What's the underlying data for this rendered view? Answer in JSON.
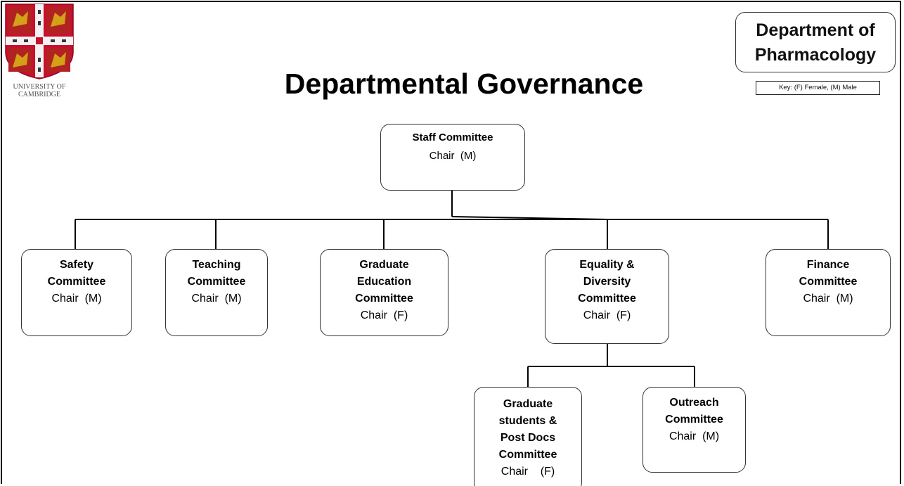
{
  "header": {
    "title": "Departmental Governance",
    "department_line1": "Department of",
    "department_line2": "Pharmacology",
    "key": "Key: (F) Female, (M) Male"
  },
  "logo": {
    "text_line1": "UNIVERSITY OF",
    "text_line2": "CAMBRIDGE",
    "colors": {
      "field": "#e8e8e8",
      "cross": "#c8102e",
      "lion": "#d4a017",
      "quarter": "#b22222"
    }
  },
  "nodes": {
    "staff": {
      "name": "Staff Committee",
      "chair": "Chair  (M)"
    },
    "safety": {
      "name": "Safety\nCommittee",
      "chair": "Chair  (M)"
    },
    "teaching": {
      "name": "Teaching\nCommittee",
      "chair": "Chair  (M)"
    },
    "graduate_education": {
      "name": "Graduate\nEducation\nCommittee",
      "chair": "Chair  (F)"
    },
    "equality": {
      "name": "Equality &\nDiversity\nCommittee",
      "chair": "Chair  (F)"
    },
    "finance": {
      "name": "Finance\nCommittee",
      "chair": "Chair  (M)"
    },
    "grad_students": {
      "name": "Graduate\nstudents &\nPost Docs\nCommittee",
      "chair": "Chair    (F)"
    },
    "outreach": {
      "name": "Outreach\nCommittee",
      "chair": "Chair  (M)"
    }
  }
}
